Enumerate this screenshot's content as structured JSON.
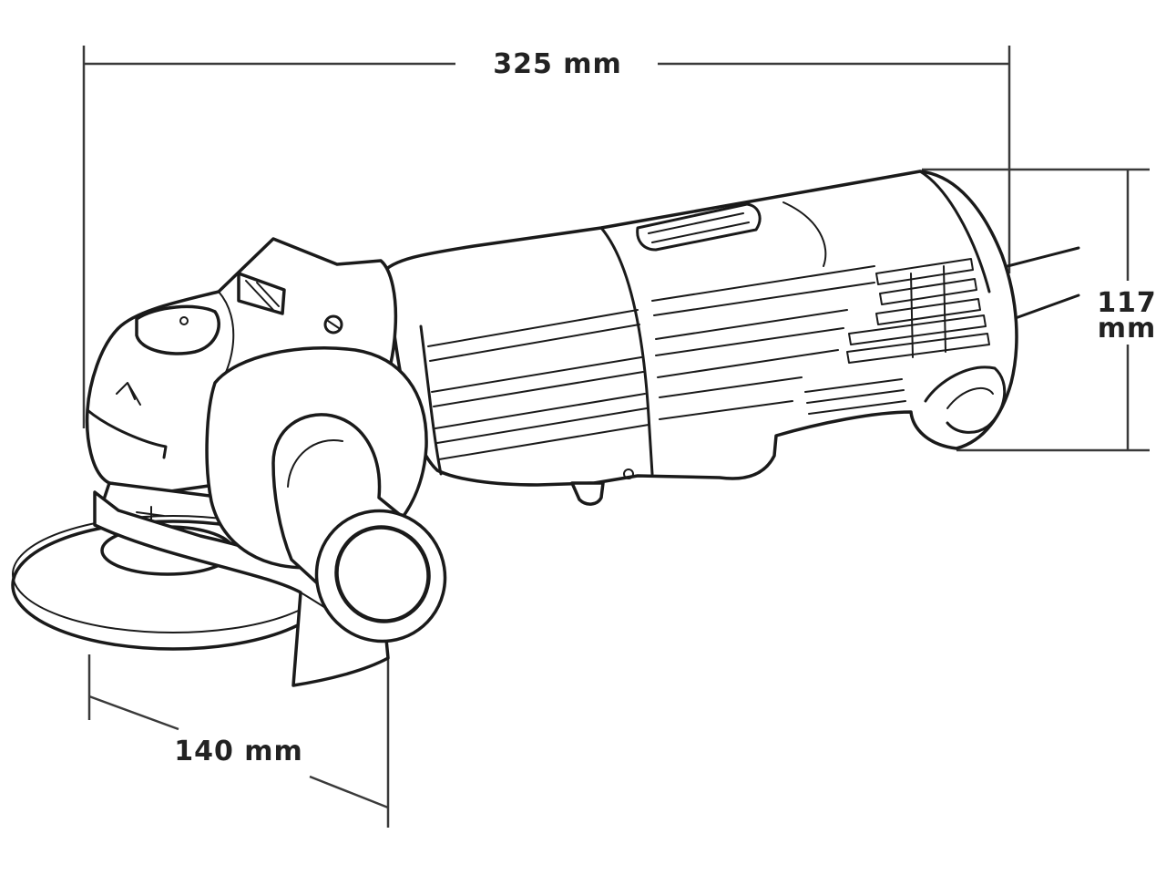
{
  "dimensions": {
    "length": {
      "label": "325 mm"
    },
    "height": {
      "label_value": "117",
      "label_unit": "mm"
    },
    "disc": {
      "label": "140 mm"
    }
  },
  "colors": {
    "line": "#1a1a1a",
    "dimension_line": "#3a3a3a",
    "background": "#ffffff"
  }
}
